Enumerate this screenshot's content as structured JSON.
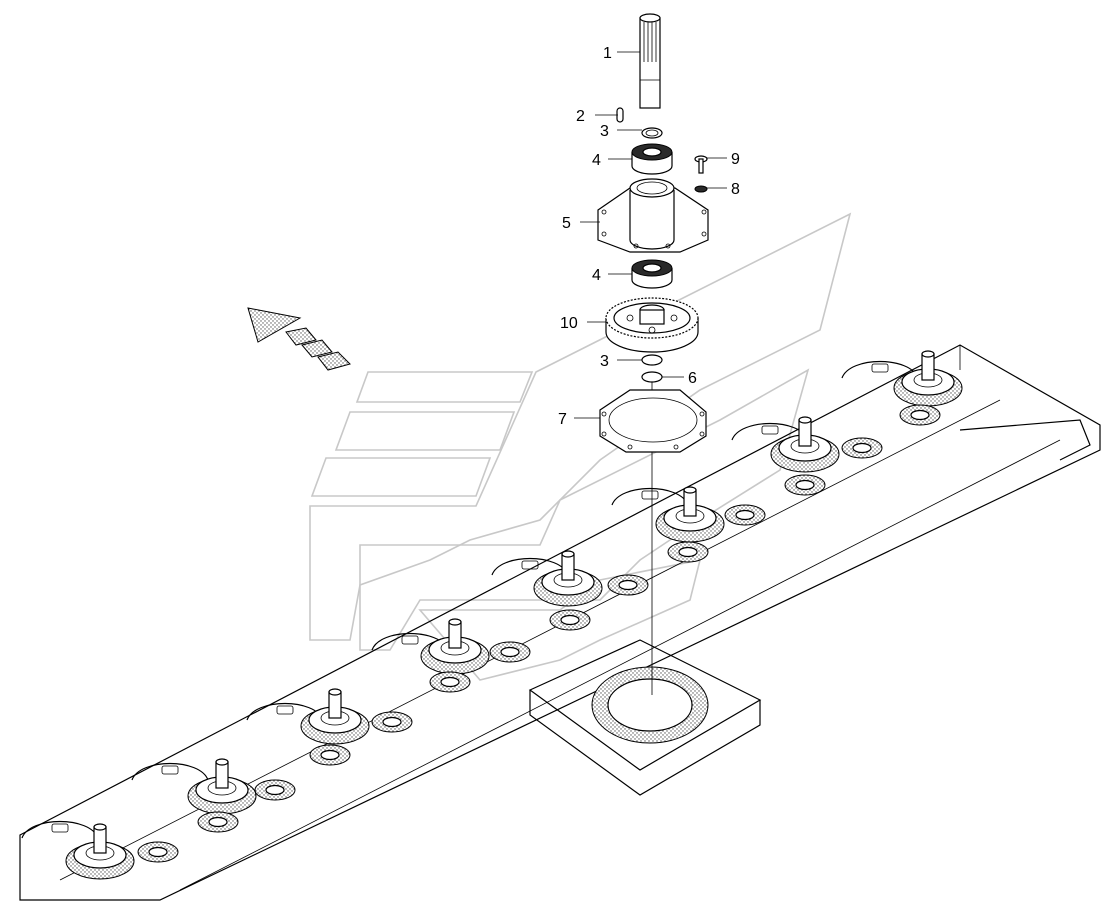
{
  "callouts": [
    {
      "id": "c1",
      "label": "1"
    },
    {
      "id": "c2",
      "label": "2"
    },
    {
      "id": "c3a",
      "label": "3"
    },
    {
      "id": "c4a",
      "label": "4"
    },
    {
      "id": "c9",
      "label": "9"
    },
    {
      "id": "c8",
      "label": "8"
    },
    {
      "id": "c5",
      "label": "5"
    },
    {
      "id": "c4b",
      "label": "4"
    },
    {
      "id": "c10",
      "label": "10"
    },
    {
      "id": "c3b",
      "label": "3"
    },
    {
      "id": "c6",
      "label": "6"
    },
    {
      "id": "c7",
      "label": "7"
    }
  ],
  "icons": {
    "direction_arrow": "travel-direction-arrow-icon",
    "watermark": "brand-watermark-logo"
  },
  "colors": {
    "line": "#000000",
    "background": "#ffffff",
    "watermark": "#c8c8c8"
  }
}
